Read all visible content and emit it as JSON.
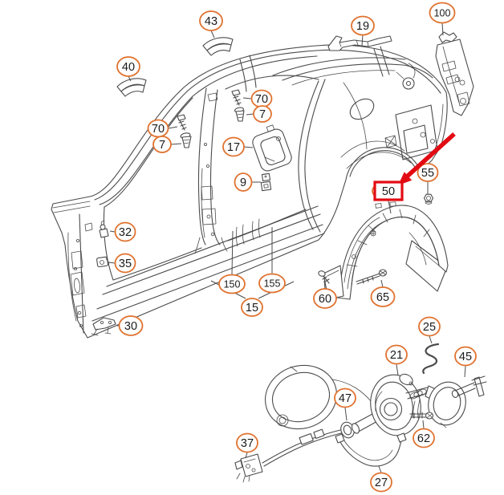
{
  "diagram": {
    "type": "exploded-parts-diagram",
    "highlight": {
      "label": "50"
    },
    "colors": {
      "callout_outline": "#e0722f",
      "highlight": "#e30b13",
      "line_art": "#4b4b4b",
      "background": "#ffffff",
      "text": "#1a1a1a"
    },
    "callouts": [
      {
        "label": "43"
      },
      {
        "label": "19"
      },
      {
        "label": "100"
      },
      {
        "label": "40"
      },
      {
        "label": "70"
      },
      {
        "label": "7"
      },
      {
        "label": "70"
      },
      {
        "label": "7"
      },
      {
        "label": "17"
      },
      {
        "label": "9"
      },
      {
        "label": "32"
      },
      {
        "label": "35"
      },
      {
        "label": "150"
      },
      {
        "label": "155"
      },
      {
        "label": "15"
      },
      {
        "label": "30"
      },
      {
        "label": "50",
        "highlighted": true
      },
      {
        "label": "55"
      },
      {
        "label": "60"
      },
      {
        "label": "65"
      },
      {
        "label": "25"
      },
      {
        "label": "21"
      },
      {
        "label": "45"
      },
      {
        "label": "47"
      },
      {
        "label": "62"
      },
      {
        "label": "27"
      },
      {
        "label": "37"
      }
    ]
  }
}
